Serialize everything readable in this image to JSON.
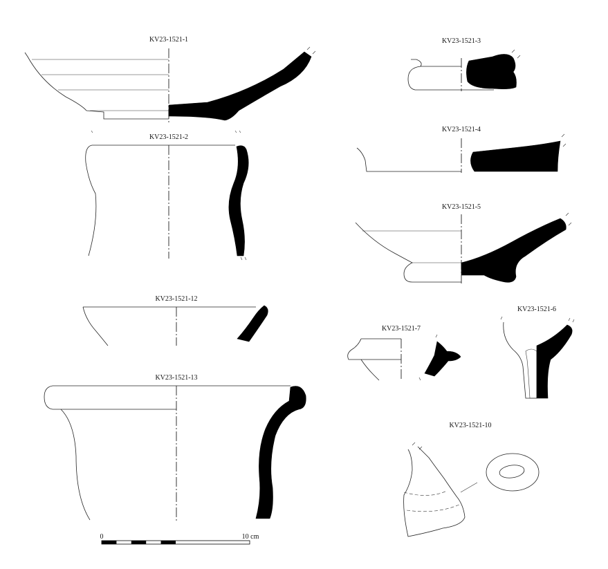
{
  "plate": {
    "labels": [
      "KV23-1521-1",
      "KV23-1521-2",
      "KV23-1521-3",
      "KV23-1521-4",
      "KV23-1521-5",
      "KV23-1521-6",
      "KV23-1521-7",
      "KV23-1521-10",
      "KV23-1521-12",
      "KV23-1521-13"
    ],
    "scale": {
      "start": "0",
      "end": "10 cm"
    },
    "colors": {
      "section_fill": "#000000",
      "line": "#222222",
      "background": "#ffffff"
    }
  }
}
